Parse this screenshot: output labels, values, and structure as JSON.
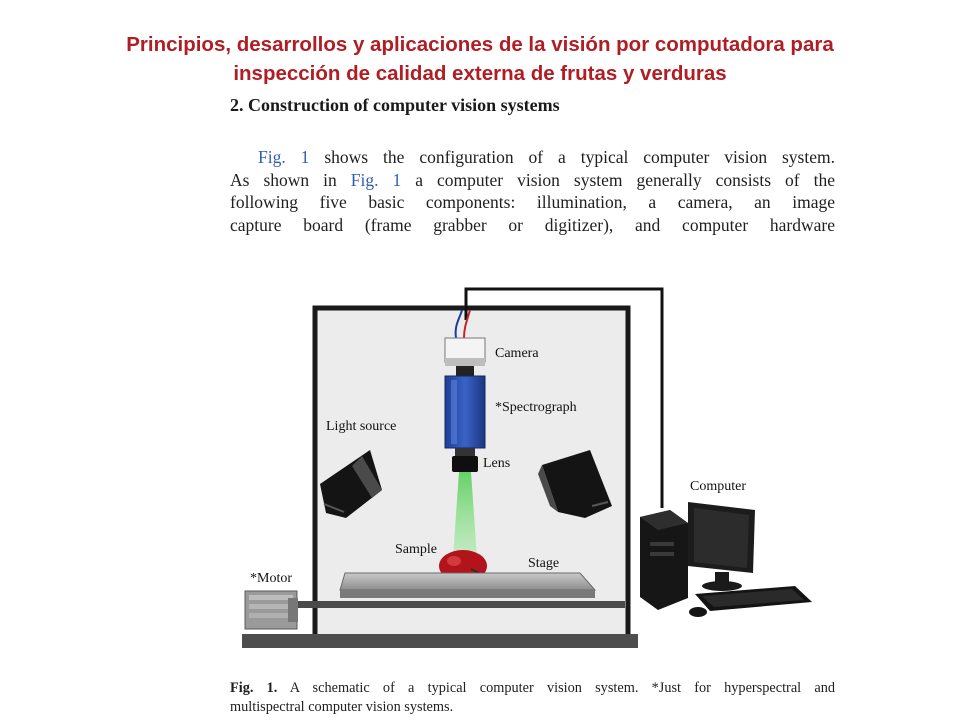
{
  "slide": {
    "title_line1": "Principios, desarrollos y aplicaciones de la visión por computadora para",
    "title_line2": "inspección de calidad externa de frutas y verduras"
  },
  "section": {
    "heading": "2. Construction of computer vision systems"
  },
  "paragraph": {
    "line1_ref": "Fig. 1",
    "line1_rest": " shows the configuration of a typical computer vision system.",
    "line2_pre": "As shown in ",
    "line2_ref": "Fig. 1",
    "line2_rest": " a computer vision system generally consists of the",
    "line3": "following five basic components: illumination, a camera, an image",
    "line4": "capture board (frame grabber or digitizer), and computer hardware"
  },
  "figure": {
    "labels": {
      "camera": "Camera",
      "spectrograph": "*Spectrograph",
      "lens": "Lens",
      "light_source": "Light source",
      "computer": "Computer",
      "sample": "Sample",
      "stage": "Stage",
      "motor": "*Motor"
    },
    "colors": {
      "camera_body": "#2b4fa8",
      "sample": "#b3141c",
      "beam": "#6fd36f",
      "chamber_bg": "#ececec"
    }
  },
  "caption": {
    "label": "Fig. 1.",
    "line1_rest": " A schematic of a typical computer vision system. *Just for hyperspectral and",
    "line2": "multispectral computer vision systems."
  }
}
